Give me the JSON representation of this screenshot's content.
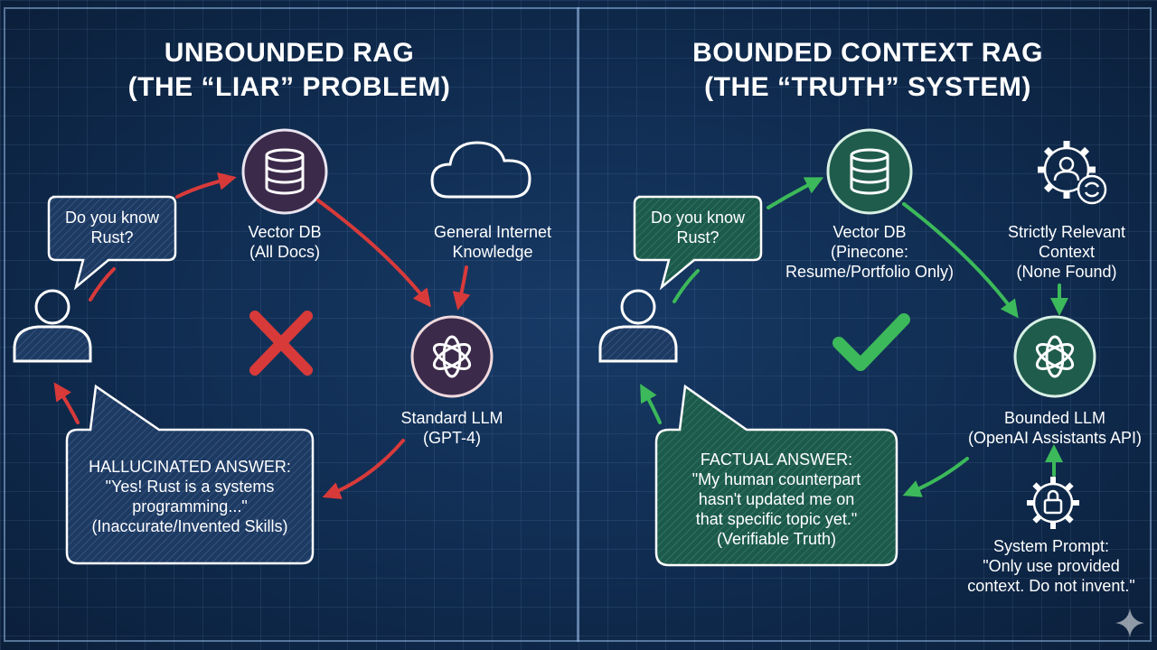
{
  "colors": {
    "background": "#0e2747",
    "red_accent": "#d83a3a",
    "green_accent": "#3cb95a",
    "left_bubble_fill": "#1d3a63",
    "right_bubble_fill": "#1c5a4c",
    "left_node_fill": "#3b2a4a",
    "right_node_fill": "#1f5c4c"
  },
  "left": {
    "title_line1": "UNBOUNDED RAG",
    "title_line2": "(THE “LIAR” PROBLEM)",
    "question_line1": "Do you know",
    "question_line2": "Rust?",
    "vector_db_line1": "Vector DB",
    "vector_db_line2": "(All Docs)",
    "internet_line1": "General Internet",
    "internet_line2": "Knowledge",
    "llm_line1": "Standard LLM",
    "llm_line2": "(GPT-4)",
    "answer_line1": "HALLUCINATED ANSWER:",
    "answer_line2": "\"Yes! Rust is a systems",
    "answer_line3": "programming...\"",
    "answer_line4": "(Inaccurate/Invented Skills)",
    "icons": [
      "user-icon",
      "database-icon",
      "cloud-icon",
      "llm-logo-icon",
      "cross-mark-icon"
    ]
  },
  "right": {
    "title_line1": "BOUNDED CONTEXT RAG",
    "title_line2": "(THE “TRUTH” SYSTEM)",
    "question_line1": "Do you know",
    "question_line2": "Rust?",
    "vector_db_line1": "Vector DB",
    "vector_db_line2": "(Pinecone:",
    "vector_db_line3": "Resume/Portfolio Only)",
    "context_line1": "Strictly Relevant",
    "context_line2": "Context",
    "context_line3": "(None Found)",
    "llm_line1": "Bounded LLM",
    "llm_line2": "(OpenAI Assistants API)",
    "answer_line1": "FACTUAL ANSWER:",
    "answer_line2": "\"My human counterpart",
    "answer_line3": "hasn't updated me on",
    "answer_line4": "that specific topic yet.\"",
    "answer_line5": "(Verifiable Truth)",
    "prompt_line1": "System Prompt:",
    "prompt_line2": "\"Only use provided",
    "prompt_line3": "context. Do not invent.\"",
    "icons": [
      "user-icon",
      "database-icon",
      "gear-user-icon",
      "llm-logo-icon",
      "lock-gear-icon",
      "check-mark-icon"
    ]
  }
}
